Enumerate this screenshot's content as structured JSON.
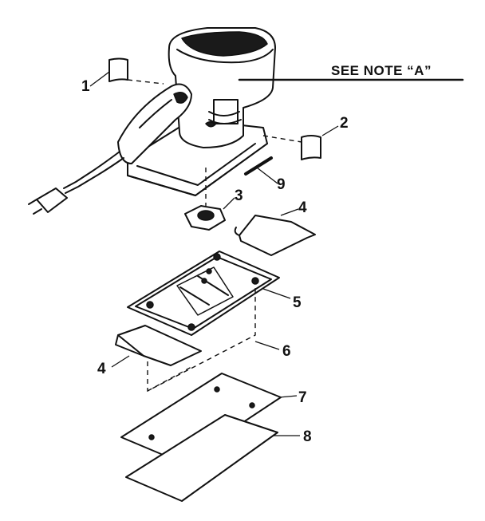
{
  "note": {
    "text": "SEE NOTE “A”"
  },
  "callouts": {
    "c1": "1",
    "c2": "2",
    "c3": "3",
    "c4a": "4",
    "c4b": "4",
    "c5": "5",
    "c6": "6",
    "c7": "7",
    "c8": "8",
    "c9": "9"
  }
}
